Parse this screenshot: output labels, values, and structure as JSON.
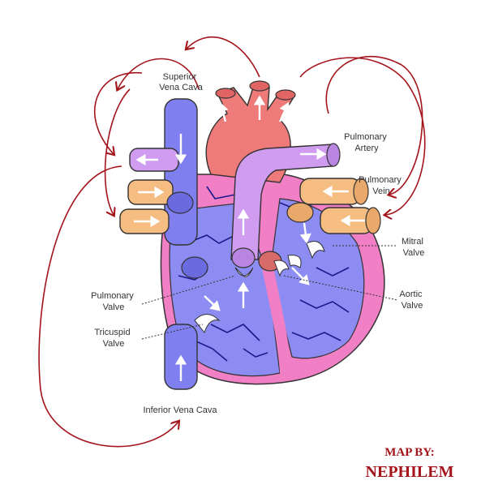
{
  "labels": {
    "superior_vena_cava": [
      "Superior",
      "Vena Cava"
    ],
    "pulmonary_artery": [
      "Pulmonary",
      "Artery"
    ],
    "pulmonary_vein": [
      "Pulmonary",
      "Vein"
    ],
    "mitral_valve": [
      "Mitral",
      "Valve"
    ],
    "aortic_valve": [
      "Aortic",
      "Valve"
    ],
    "pulmonary_valve": [
      "Pulmonary",
      "Valve"
    ],
    "tricuspid_valve": [
      "Tricuspid",
      "Valve"
    ],
    "inferior_vena_cava": "Inferior Vena Cava"
  },
  "credit": {
    "line1": "MAP BY:",
    "line2": "NEPHILEM"
  },
  "colors": {
    "vena_cava": "#7f7ff0",
    "right_heart": "#8c8cf2",
    "aorta": "#ef7a7a",
    "pulmonary_artery": "#cf9cf0",
    "pulmonary_vein": "#f6bd82",
    "myocardium": "#f07fc6",
    "flow_arrows": "#a3141b",
    "vessels": "#1a1a8c"
  }
}
